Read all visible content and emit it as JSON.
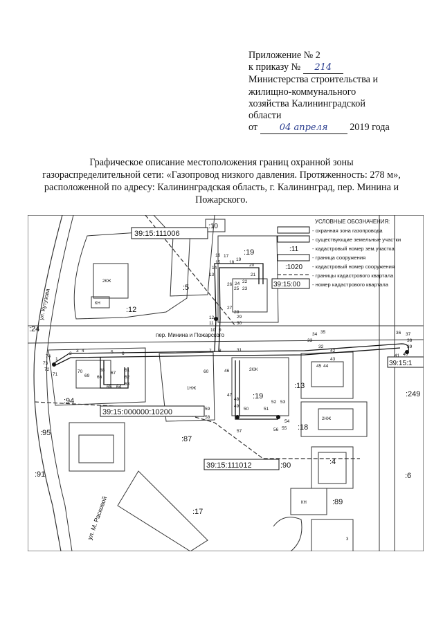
{
  "header": {
    "appendix": "Приложение № 2",
    "order_prefix": "к приказу №",
    "order_number": "214",
    "ministry_line1": "Министерства строительства и",
    "ministry_line2": "жилищно-коммунального",
    "ministry_line3": "хозяйства Калининградской",
    "ministry_line4": "области",
    "date_prefix": "от",
    "date_handwritten": "04 апреля",
    "year_suffix": "2019 года"
  },
  "title": "Графическое описание местоположения границ охранной зоны газораспределительной сети: «Газопровод низкого давления. Протяженность: 278 м», расположенной по адресу: Калининградская область, г. Калининград, пер. Минина и Пожарского.",
  "legend": {
    "heading": "УСЛОВНЫЕ ОБОЗНАЧЕНИЯ:",
    "items": [
      {
        "sample": "",
        "text": "- охранная зона газопровода"
      },
      {
        "sample": "",
        "text": "- существующие земельные участки"
      },
      {
        "sample": ":11",
        "text": "- кадастровый номер зем.участка"
      },
      {
        "sample": "",
        "text": "- граница сооружения"
      },
      {
        "sample": ":1020",
        "text": "- кадастровый номер сооружения"
      },
      {
        "sample": "",
        "text": "- границы кадастрового квартала"
      },
      {
        "sample": "39:15:00",
        "text": "- номер кадастрового квартала"
      }
    ]
  },
  "map": {
    "quarters": [
      "39:15:111006",
      "39:15:000000:10200",
      "39:15:111012",
      "39:15:1"
    ],
    "parcels": [
      ":10",
      ":19",
      ":5",
      ":12",
      ":24",
      ":94",
      ":95",
      ":91",
      ":87",
      ":90",
      ":17",
      ":18",
      ":13",
      ":4",
      ":89",
      ":6",
      ":249",
      ":19"
    ],
    "streets": [
      "пер. Минина и Пожарского",
      "ул. Кутузова",
      "ул. М. Расковой"
    ],
    "building_marks": [
      "2КЖ",
      "КН",
      "2НЖ",
      "1НЖ",
      "3"
    ],
    "points": [
      "1",
      "2",
      "3",
      "4",
      "5",
      "6",
      "7",
      "8",
      "9",
      "10",
      "11",
      "12",
      "13",
      "14",
      "15",
      "16",
      "17",
      "18",
      "19",
      "20",
      "21",
      "22",
      "23",
      "24",
      "25",
      "26",
      "27",
      "28",
      "29",
      "30",
      "31",
      "32",
      "33",
      "34",
      "35",
      "36",
      "37",
      "38",
      "39",
      "40",
      "41",
      "42",
      "43",
      "44",
      "45",
      "46",
      "47",
      "48",
      "49",
      "50",
      "51",
      "52",
      "53",
      "54",
      "55",
      "56",
      "57",
      "58",
      "59",
      "60",
      "61",
      "62",
      "63",
      "64",
      "65",
      "66",
      "67",
      "68",
      "69",
      "70",
      "71",
      "72",
      "73",
      "74"
    ]
  }
}
